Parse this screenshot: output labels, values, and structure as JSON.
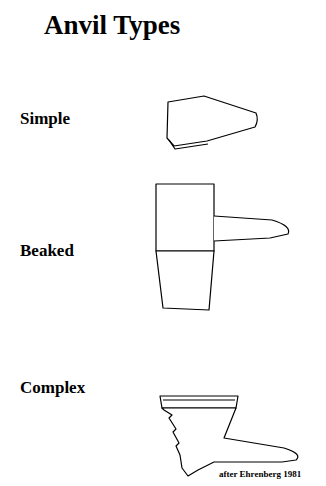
{
  "diagram": {
    "title": "Anvil Types",
    "labels": [
      "Simple",
      "Beaked",
      "Complex"
    ],
    "caption": "after Ehrenberg 1981"
  }
}
